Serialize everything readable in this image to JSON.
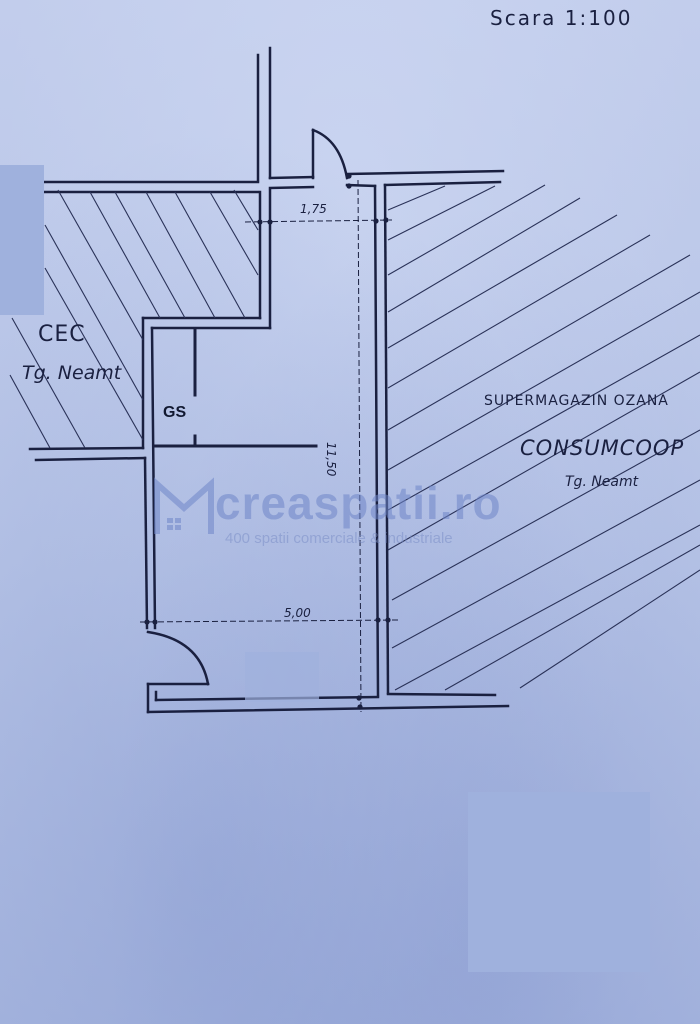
{
  "drawing": {
    "scale_label": "Scara 1:100",
    "neighbors": {
      "left": {
        "name": "CEC",
        "city": "Tg. Neamt"
      },
      "right": {
        "name": "SUPERMAGAZIN OZANA",
        "org": "CONSUMCOOP",
        "city": "Tg. Neamt"
      }
    },
    "rooms": {
      "gs_label": "GS"
    },
    "dimensions": {
      "top_width": "1,75",
      "bottom_width": "5,00",
      "length": "11,50"
    }
  },
  "watermark": {
    "brand": "creaspatii.ro",
    "tagline": "400 spatii comerciale & industriale"
  },
  "colors": {
    "paper": "#b8c5e7",
    "ink": "#1a2040",
    "watermark": "#6f86c9"
  }
}
